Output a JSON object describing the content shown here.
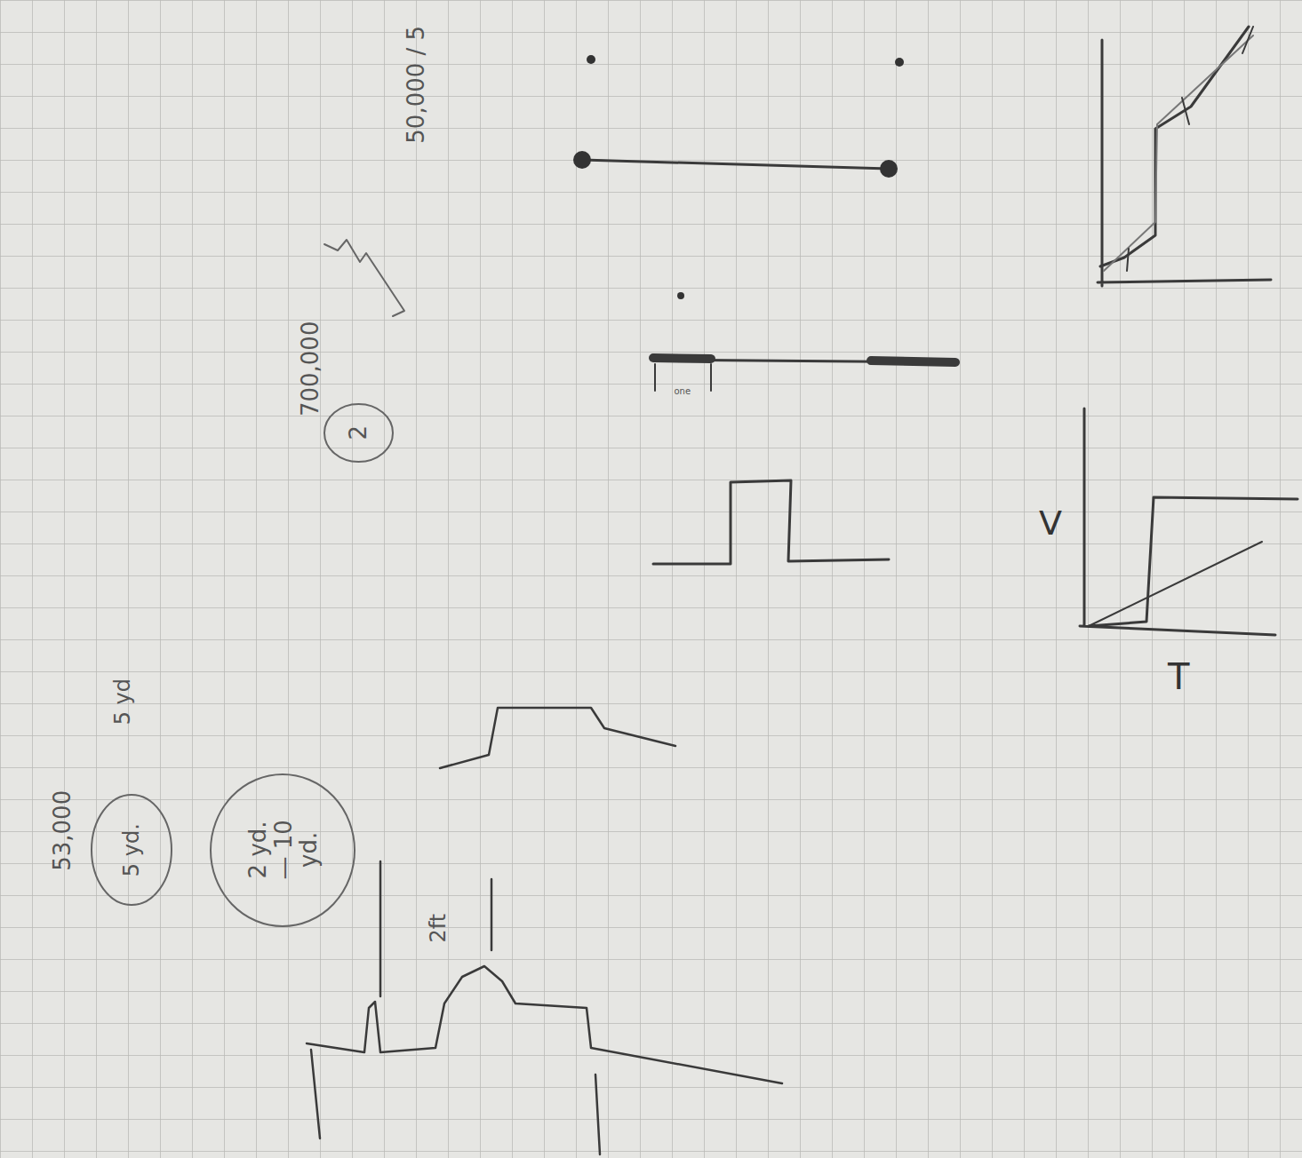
{
  "diagram": {
    "nodes": [
      {
        "text": [
          "2"
        ]
      },
      {
        "text": [
          "5 yd."
        ]
      },
      {
        "text": [
          "2 yd. — 10 yd."
        ]
      }
    ],
    "labels": [
      "50,000 / 5",
      "700,000",
      "one",
      "5 yd",
      "53,000",
      "2ft",
      "V",
      "T"
    ]
  }
}
